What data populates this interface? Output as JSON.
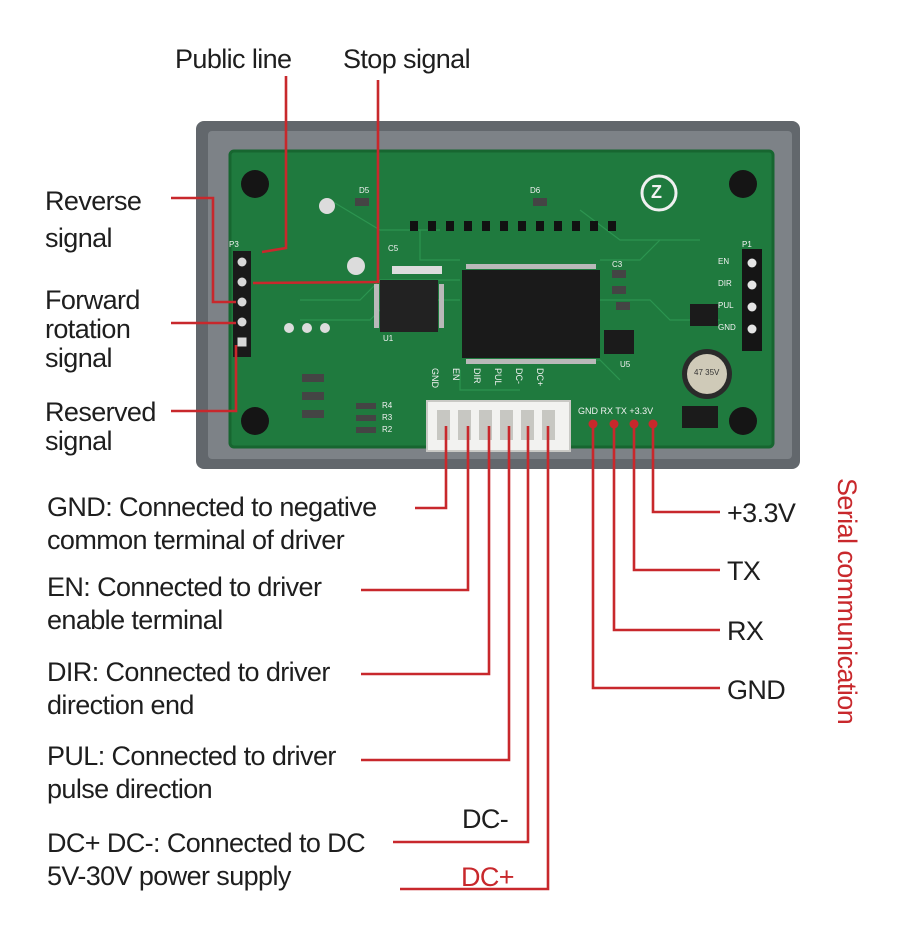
{
  "title": "Stepper motor controller board pinout",
  "top_labels": {
    "public_line": "Public line",
    "stop_signal": "Stop signal"
  },
  "left_labels": {
    "reverse": [
      "Reverse",
      "signal"
    ],
    "forward": [
      "Forward",
      "rotation",
      "signal"
    ],
    "reserved": [
      "Reserved",
      "signal"
    ]
  },
  "connector_labels": [
    {
      "lines": [
        "GND: Connected to negative",
        "common terminal of driver"
      ]
    },
    {
      "lines": [
        "EN: Connected to driver",
        "enable terminal"
      ]
    },
    {
      "lines": [
        "DIR: Connected to driver",
        "direction end"
      ]
    },
    {
      "lines": [
        "PUL: Connected to driver",
        "pulse direction"
      ]
    },
    {
      "lines": [
        "DC+ DC-: Connected to DC",
        "5V-30V power supply"
      ]
    }
  ],
  "power_labels": {
    "dc_minus": "DC-",
    "dc_plus": "DC+"
  },
  "serial": {
    "title": "Serial communication",
    "pins": {
      "v33": "+3.3V",
      "tx": "TX",
      "rx": "RX",
      "gnd": "GND"
    }
  },
  "pcb": {
    "connector_silk": [
      "GND",
      "EN",
      "DIR",
      "PUL",
      "DC-",
      "DC+"
    ],
    "serial_silk": "GND RX TX +3.3V",
    "right_header": [
      "EN",
      "DIR",
      "PUL",
      "GND"
    ],
    "refs": {
      "p3": "P3",
      "u1": "U1",
      "c5": "C5",
      "r4": "R4",
      "r3": "R3",
      "r2": "R2",
      "d5": "D5",
      "d6": "D6",
      "p1": "P1",
      "c3": "C3",
      "u5": "U5"
    },
    "cap_text": "47 35V",
    "logo_glyph": "Z"
  },
  "colors": {
    "label_red": "#c8282c",
    "line_red": "#c8282c",
    "pcb_green": "#1f7a3e",
    "case_gray": "#6f7479"
  }
}
